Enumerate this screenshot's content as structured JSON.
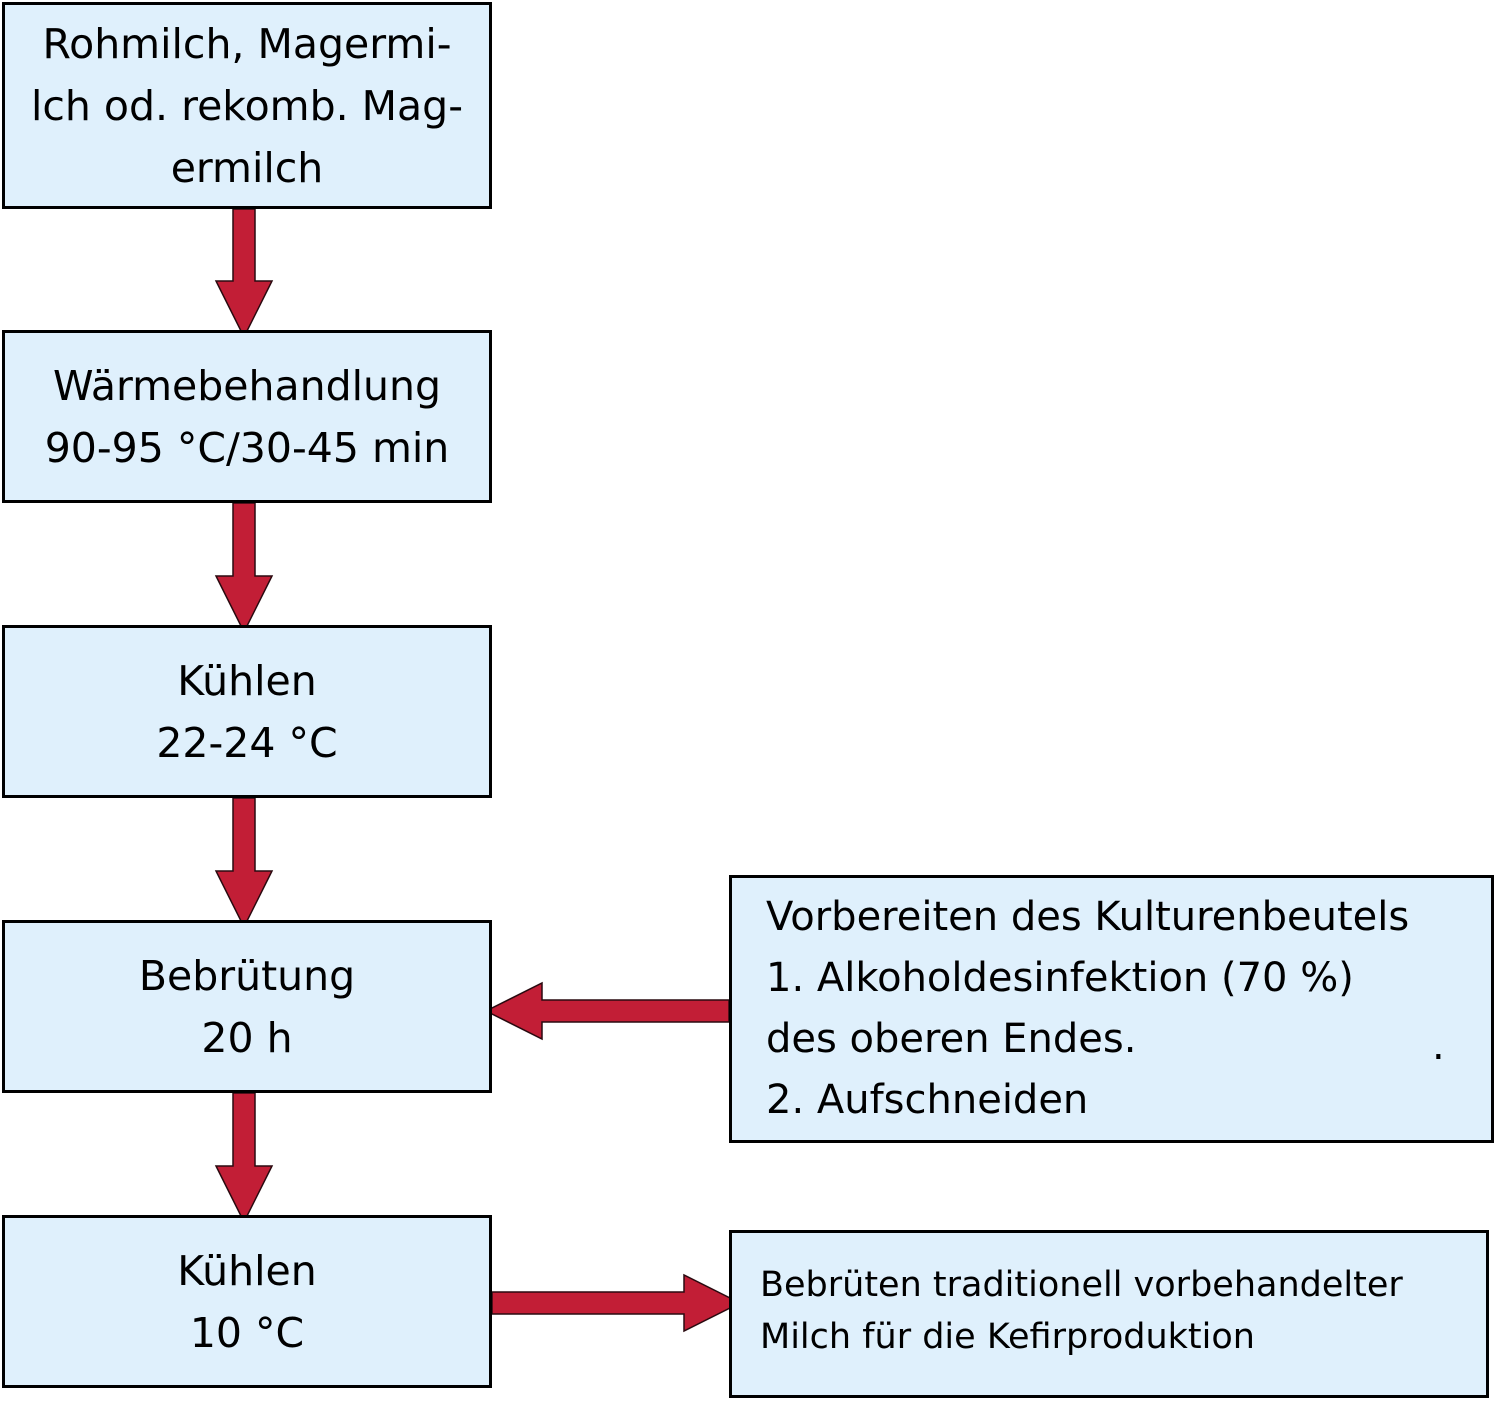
{
  "steps": [
    {
      "id": "raw-milk",
      "lines": [
        "Rohmilch, Magermi-",
        "lch od. rekomb. Mag-",
        "ermilch"
      ]
    },
    {
      "id": "heat-treatment",
      "lines": [
        "Wärmebehandlung",
        "90-95 °C/30-45 min"
      ]
    },
    {
      "id": "cooling-1",
      "lines": [
        "Kühlen",
        "22-24 °C"
      ]
    },
    {
      "id": "incubation",
      "lines": [
        "Bebrütung",
        "20 h"
      ]
    },
    {
      "id": "cooling-2",
      "lines": [
        "Kühlen",
        "10 °C"
      ]
    }
  ],
  "side_boxes": {
    "culture_bag": {
      "lines": [
        "Vorbereiten des Kulturenbeutels",
        "1. Alkoholdesinfektion (70 %)",
        "des oberen Endes.",
        "2. Aufschneiden"
      ],
      "dot": "."
    },
    "kefir": {
      "lines": [
        "Bebrüten traditionell vorbehandelter",
        "Milch für die Kefirproduktion"
      ]
    }
  },
  "colors": {
    "box_fill": "#dff0fc",
    "box_border": "#000000",
    "arrow_fill": "#c21e36"
  }
}
